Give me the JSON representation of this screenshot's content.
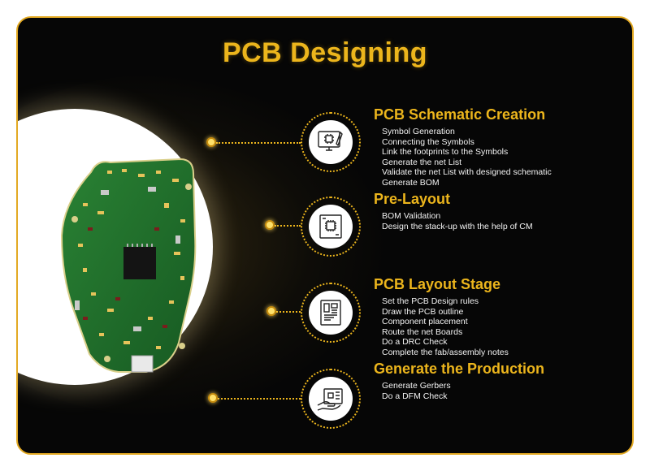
{
  "header": {
    "title": "PCB Designing"
  },
  "steps": [
    {
      "title": "PCB Schematic Creation",
      "icon": "schematic-monitor-icon",
      "items": [
        "Symbol Generation",
        "Connecting the Symbols",
        "Link the footprints to the Symbols",
        "Generate the net List",
        "Validate the net List with designed schematic",
        "Generate BOM"
      ]
    },
    {
      "title": "Pre-Layout",
      "icon": "chip-document-icon",
      "items": [
        "BOM Validation",
        "Design the stack-up with the help of CM"
      ]
    },
    {
      "title": "PCB Layout Stage",
      "icon": "board-layout-icon",
      "items": [
        "Set the PCB Design rules",
        "Draw the PCB outline",
        "Component placement",
        "Route the net Boards",
        "Do a DRC Check",
        "Complete the fab/assembly notes"
      ]
    },
    {
      "title": "Generate the Production",
      "icon": "hand-board-icon",
      "items": [
        "Generate Gerbers",
        "Do a DFM Check"
      ]
    }
  ],
  "colors": {
    "accent": "#ecb51c",
    "background": "#060606",
    "text": "#f2f2f2",
    "pcb_green": "#1f6b2a"
  }
}
